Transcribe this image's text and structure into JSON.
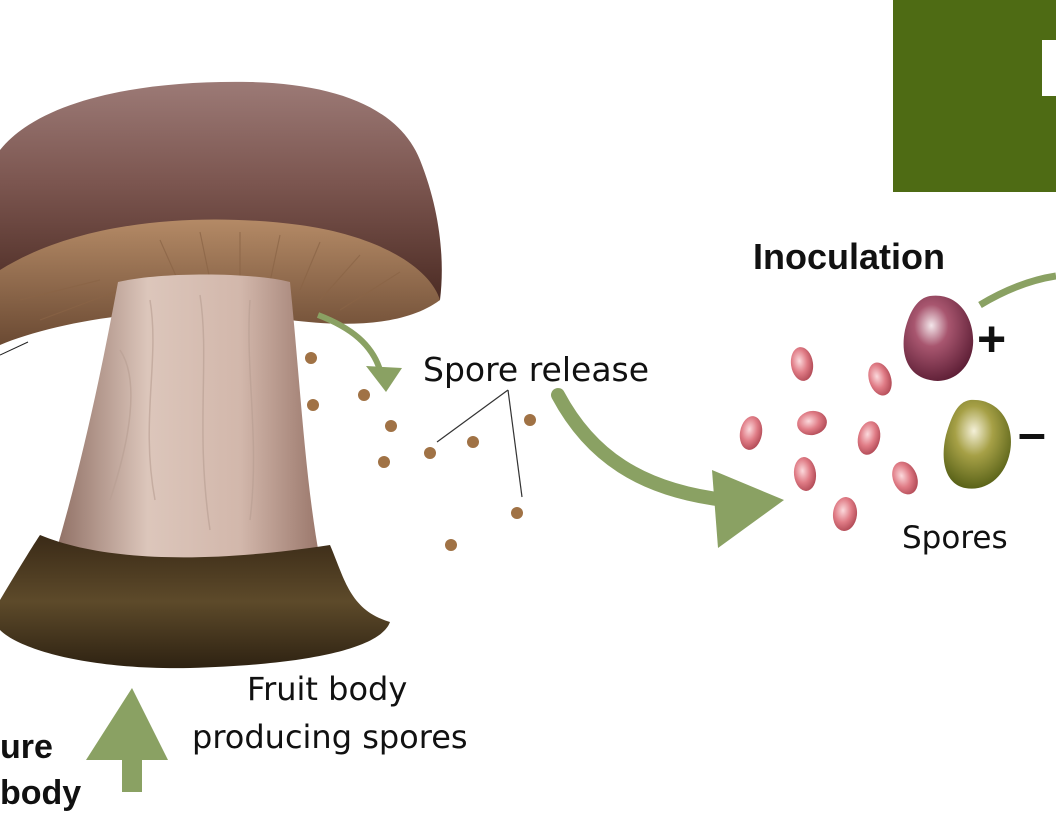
{
  "labels": {
    "spore_release": "Spore release",
    "inoculation": "Inoculation",
    "spores": "Spores",
    "fruit_body_line1": "Fruit body",
    "fruit_body_line2": "producing spores",
    "plus_sign": "+",
    "minus_sign": "–",
    "cut_label_line1": "ure",
    "cut_label_line2": "body"
  },
  "colors": {
    "arrow_green": "#8aa163",
    "box_green": "#4e6b14",
    "cap_brown": "#6e4a42",
    "stem_pink": "#cdb3a8",
    "spore_dot_brown": "#a07245",
    "spore_pink": "#d86c78",
    "spore_plus_purple": "#7a2f45",
    "spore_minus_olive": "#7f8a2a"
  }
}
